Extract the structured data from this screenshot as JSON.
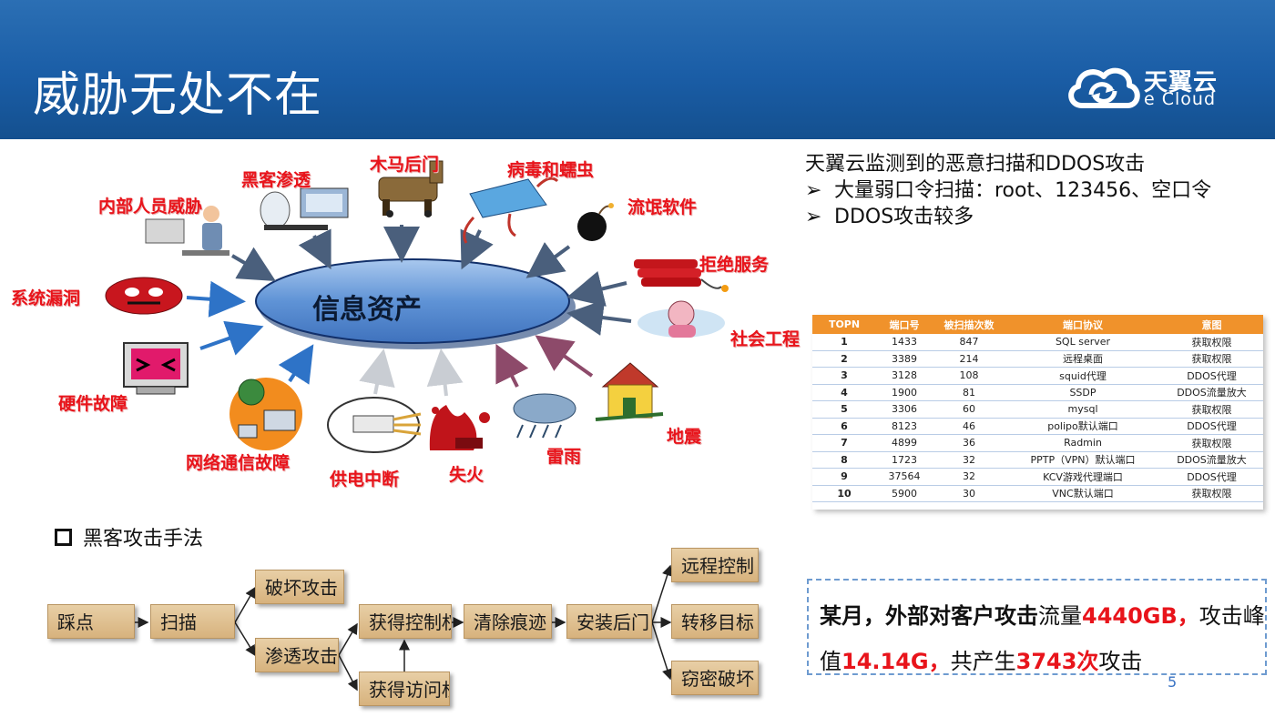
{
  "slide": {
    "title": "威胁无处不在",
    "page_number": "5"
  },
  "logo": {
    "cn": "天翼云",
    "en": "e Cloud"
  },
  "diagram": {
    "center": "信息资产",
    "threats": [
      "内部人员威胁",
      "黑客渗透",
      "木马后门",
      "病毒和蠕虫",
      "流氓软件",
      "拒绝服务",
      "系统漏洞",
      "社会工程",
      "硬件故障",
      "网络通信故障",
      "供电中断",
      "失火",
      "雷雨",
      "地震"
    ]
  },
  "notes": {
    "heading": "天翼云监测到的恶意扫描和DDOS攻击",
    "bullets": [
      {
        "marker": "➢",
        "text": "大量弱口令扫描：root、123456、空口令"
      },
      {
        "marker": "➢",
        "text": "DDOS攻击较多"
      }
    ]
  },
  "port_table": {
    "headers": [
      "TOPN",
      "端口号",
      "被扫描次数",
      "端口协议",
      "意图"
    ],
    "rows": [
      [
        "1",
        "1433",
        "847",
        "SQL server",
        "获取权限"
      ],
      [
        "2",
        "3389",
        "214",
        "远程桌面",
        "获取权限"
      ],
      [
        "3",
        "3128",
        "108",
        "squid代理",
        "DDOS代理"
      ],
      [
        "4",
        "1900",
        "81",
        "SSDP",
        "DDOS流量放大"
      ],
      [
        "5",
        "3306",
        "60",
        "mysql",
        "获取权限"
      ],
      [
        "6",
        "8123",
        "46",
        "polipo默认端口",
        "DDOS代理"
      ],
      [
        "7",
        "4899",
        "36",
        "Radmin",
        "获取权限"
      ],
      [
        "8",
        "1723",
        "32",
        "PPTP（VPN）默认端口",
        "DDOS流量放大"
      ],
      [
        "9",
        "37564",
        "32",
        "KCV游戏代理端口",
        "DDOS代理"
      ],
      [
        "10",
        "5900",
        "30",
        "VNC默认端口",
        "获取权限"
      ]
    ]
  },
  "hack_methods": {
    "title": "黑客攻击手法",
    "steps": {
      "footprint": "踩点",
      "scan": "扫描",
      "destroy_attack": "破坏攻击",
      "penetrate_attack": "渗透攻击",
      "gain_control": "获得控制权",
      "gain_access": "获得访问权",
      "clear_traces": "清除痕迹",
      "install_backdoor": "安装后门",
      "remote_control": "远程控制",
      "move_target": "转移目标",
      "steal_destroy": "窃密破坏"
    }
  },
  "summary": {
    "p1": "某月，外部对客户攻击",
    "p2": "流量",
    "p3": "4440GB",
    "p4": "，",
    "p5": "攻击峰值",
    "p6": "14.14G",
    "p7": "，",
    "p8": "共产生",
    "p9": "3743次",
    "p10": "攻击"
  },
  "colors": {
    "header_blue": "#1a5da6",
    "threat_red": "#e8141b",
    "table_orange": "#f0922b"
  }
}
